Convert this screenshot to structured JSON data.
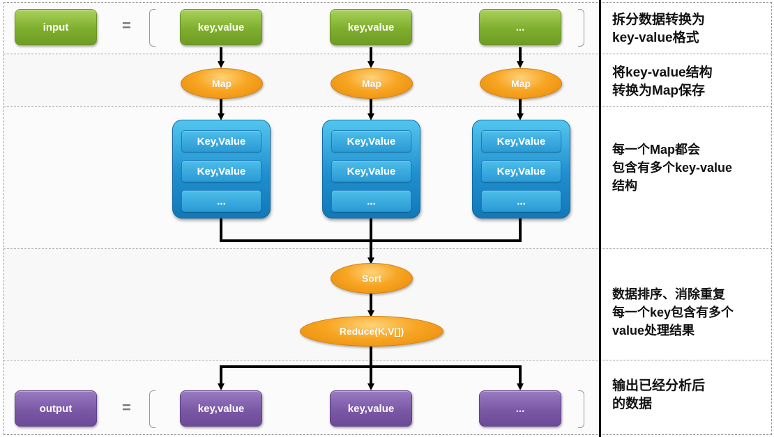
{
  "input_row": {
    "label": "input",
    "equals": "=",
    "items": [
      "key,value",
      "key,value",
      "..."
    ]
  },
  "map_row": {
    "items": [
      "Map",
      "Map",
      "Map"
    ]
  },
  "map_blocks": [
    {
      "rows": [
        "Key,Value",
        "Key,Value",
        "..."
      ]
    },
    {
      "rows": [
        "Key,Value",
        "Key,Value",
        "..."
      ]
    },
    {
      "rows": [
        "Key,Value",
        "Key,Value",
        "..."
      ]
    }
  ],
  "sort_label": "Sort",
  "reduce_label": "Reduce(K,V[])",
  "output_row": {
    "label": "output",
    "equals": "=",
    "items": [
      "key,value",
      "key,value",
      "..."
    ]
  },
  "notes": {
    "input": [
      "拆分数据转换为",
      "key-value格式"
    ],
    "map": [
      "将key-value结构",
      "转换为Map保存"
    ],
    "blocks": [
      "每一个Map都会",
      "包含有多个key-value",
      "结构"
    ],
    "reduce": [
      "数据排序、消除重复",
      "每一个key包含有多个",
      "value处理结果"
    ],
    "output": [
      "输出已经分析后",
      "的数据"
    ]
  },
  "colors": {
    "input_green": "#7fae2e",
    "map_orange": "#f7a623",
    "block_blue": "#1f8fcf",
    "output_purple": "#7a58a6"
  }
}
